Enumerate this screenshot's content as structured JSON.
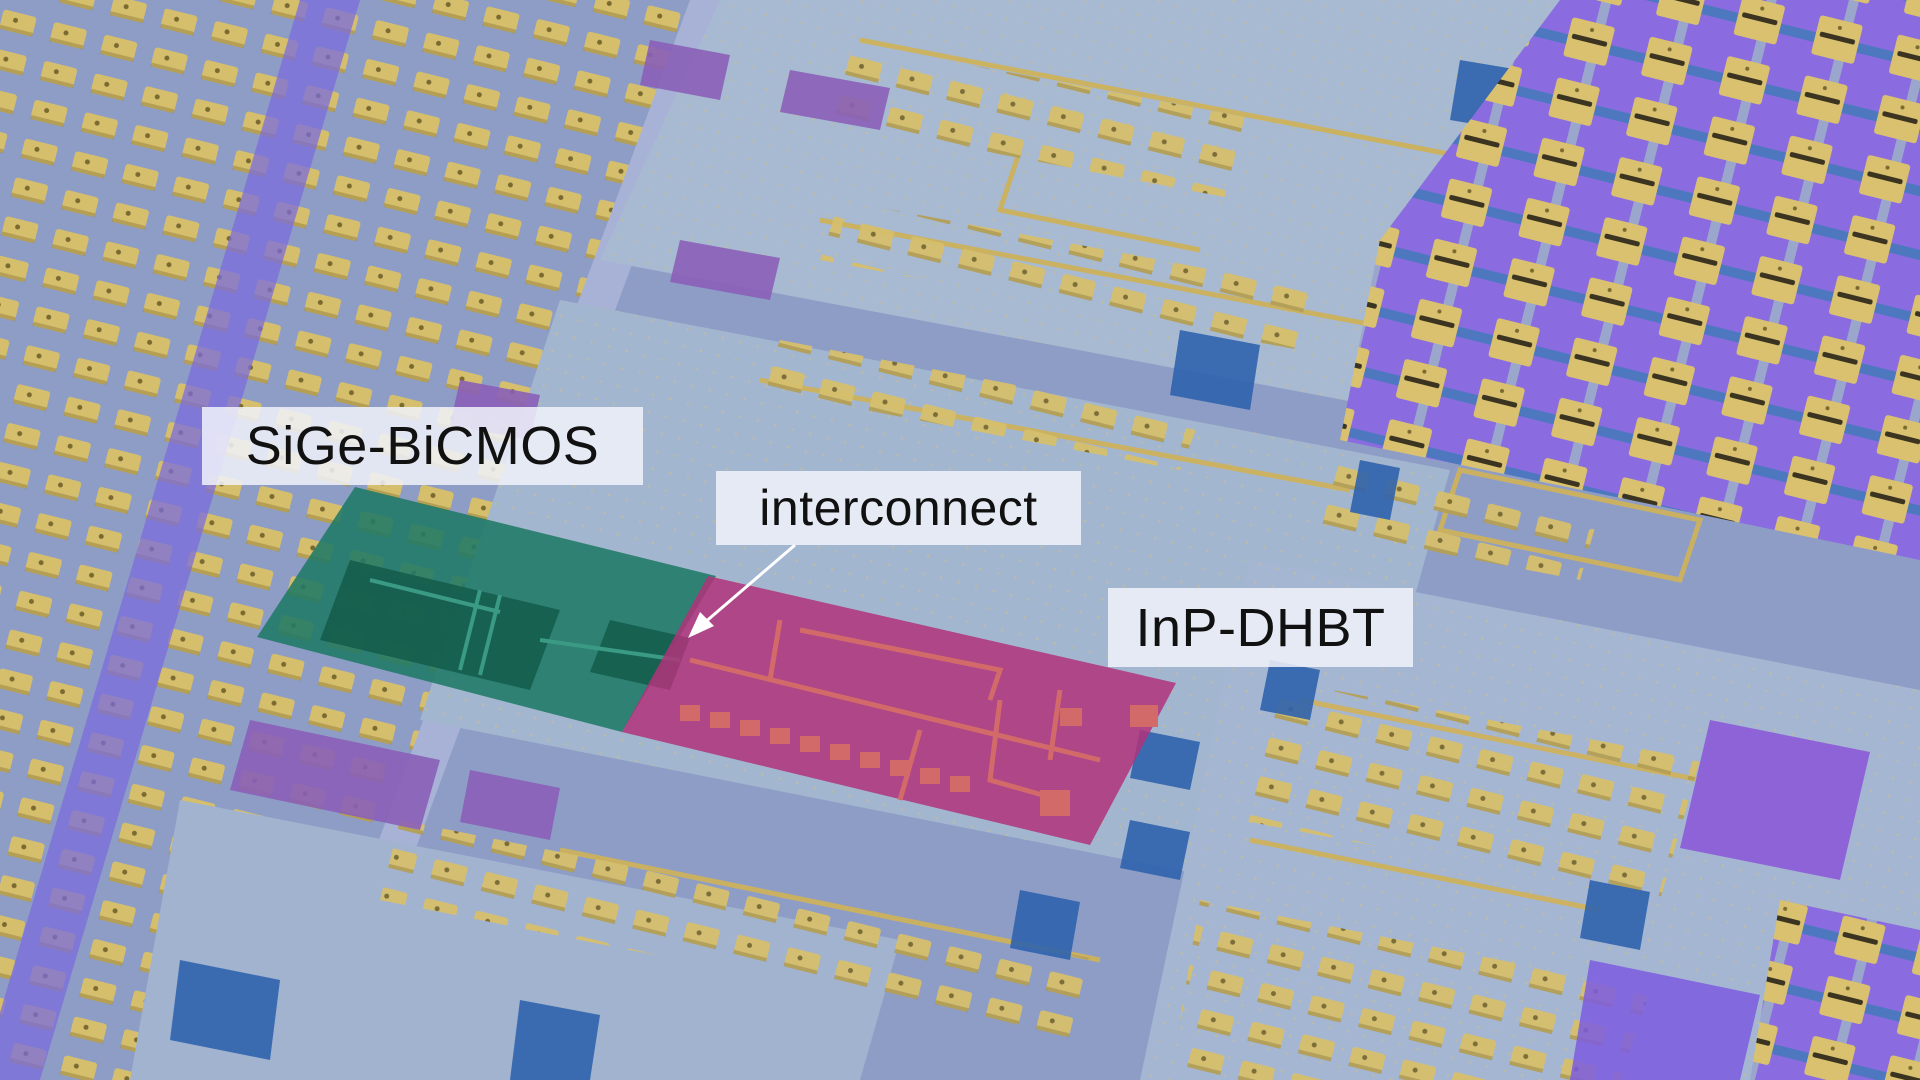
{
  "image": {
    "description": "Micrograph of a heterogeneously integrated chip showing SiGe-BiCMOS and InP-DHBT regions joined by an interconnect",
    "colors": {
      "substrate": "#8e9dc6",
      "gold_pad": "#d6bf6c",
      "dark_blue": "#2f63ad",
      "purple": "#8a6be0",
      "sige_highlight": "#1f7a66",
      "inp_highlight": "#b0337a",
      "label_bg": "#f0f2fa"
    }
  },
  "labels": {
    "sige": "SiGe-BiCMOS",
    "interconnect": "interconnect",
    "inp": "InP-DHBT"
  },
  "regions": {
    "sige_region": {
      "name": "SiGe-BiCMOS chip",
      "color": "#1f7a66"
    },
    "inp_region": {
      "name": "InP-DHBT chip",
      "color": "#b0337a"
    }
  },
  "arrow": {
    "from_label": "interconnect",
    "color": "#ffffff"
  }
}
